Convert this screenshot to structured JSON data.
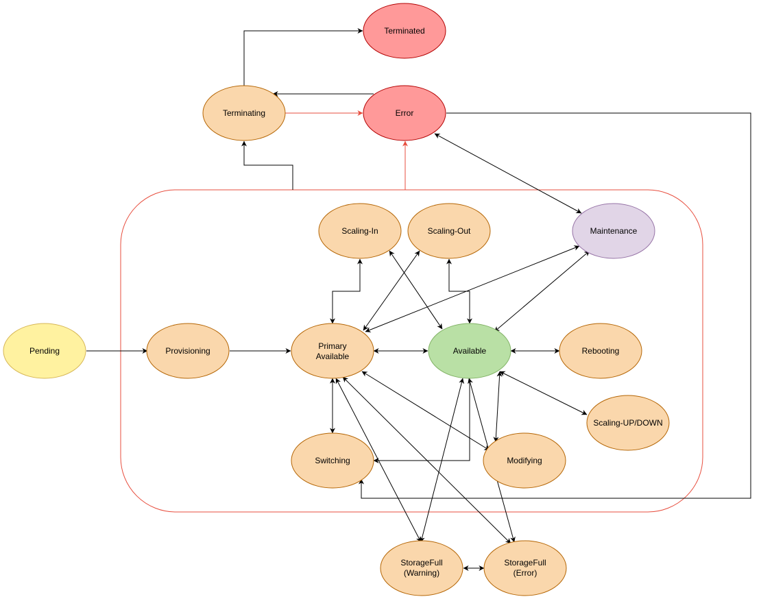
{
  "diagram": {
    "colors": {
      "peach_fill": "#fad7ac",
      "peach_stroke": "#b46504",
      "red_fill": "#ff9999",
      "red_stroke": "#b20000",
      "yellow_fill": "#fff2a0",
      "yellow_stroke": "#d6b656",
      "green_fill": "#b9e0a5",
      "green_stroke": "#82b366",
      "lavender_fill": "#e1d5e7",
      "lavender_stroke": "#9673a6",
      "group_border": "#e74c3c",
      "edge_black": "#000000",
      "edge_red": "#e74c3c"
    },
    "nodes": {
      "terminated": {
        "label": "Terminated"
      },
      "terminating": {
        "label": "Terminating"
      },
      "error": {
        "label": "Error"
      },
      "scaling_in": {
        "label": "Scaling-In"
      },
      "scaling_out": {
        "label": "Scaling-Out"
      },
      "maintenance": {
        "label": "Maintenance"
      },
      "pending": {
        "label": "Pending"
      },
      "provisioning": {
        "label": "Provisioning"
      },
      "primary_available": {
        "label_line1": "Primary",
        "label_line2": "Available"
      },
      "available": {
        "label": "Available"
      },
      "rebooting": {
        "label": "Rebooting"
      },
      "scaling_updown": {
        "label": "Scaling-UP/DOWN"
      },
      "switching": {
        "label": "Switching"
      },
      "modifying": {
        "label": "Modifying"
      },
      "storage_warning": {
        "label_line1": "StorageFull",
        "label_line2": "(Warning)"
      },
      "storage_error": {
        "label_line1": "StorageFull",
        "label_line2": "(Error)"
      }
    }
  }
}
